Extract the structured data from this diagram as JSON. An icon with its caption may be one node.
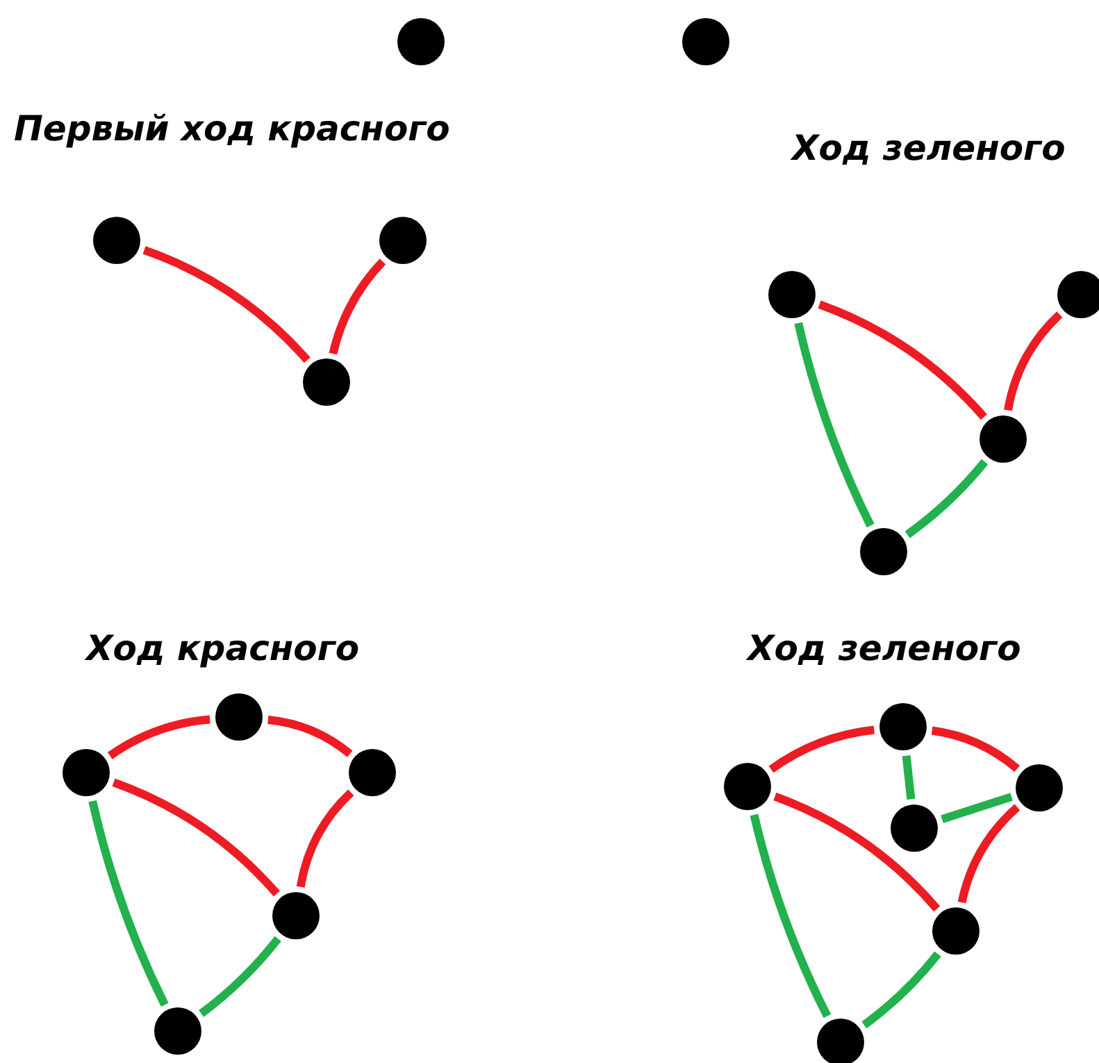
{
  "diagram": {
    "nodes": [
      {
        "text": [],
        "shape": "circle"
      },
      {
        "text": [],
        "shape": "circle"
      },
      {
        "text": [],
        "shape": "circle"
      },
      {
        "text": [],
        "shape": "circle"
      },
      {
        "text": [],
        "shape": "circle"
      },
      {
        "text": [],
        "shape": "circle"
      },
      {
        "text": [],
        "shape": "circle"
      },
      {
        "text": [],
        "shape": "circle"
      },
      {
        "text": [],
        "shape": "circle"
      },
      {
        "text": [],
        "shape": "circle"
      },
      {
        "text": [],
        "shape": "circle"
      },
      {
        "text": [],
        "shape": "circle"
      },
      {
        "text": [],
        "shape": "circle"
      },
      {
        "text": [],
        "shape": "circle"
      },
      {
        "text": [],
        "shape": "circle"
      },
      {
        "text": [],
        "shape": "circle"
      },
      {
        "text": [],
        "shape": "circle"
      },
      {
        "text": [],
        "shape": "circle"
      },
      {
        "text": [],
        "shape": "circle"
      },
      {
        "text": [],
        "shape": "circle"
      }
    ],
    "edges": [
      {
        "from": 2,
        "to": 4,
        "arrow": "none"
      },
      {
        "from": 4,
        "to": 3,
        "arrow": "none"
      },
      {
        "from": 5,
        "to": 7,
        "arrow": "none"
      },
      {
        "from": 7,
        "to": 6,
        "arrow": "none"
      },
      {
        "from": 5,
        "to": 8,
        "arrow": "none",
        "color": "#22b14c"
      },
      {
        "from": 8,
        "to": 7,
        "arrow": "none",
        "color": "#22b14c"
      },
      {
        "from": 9,
        "to": 10,
        "arrow": "none"
      },
      {
        "from": 10,
        "to": 11,
        "arrow": "none"
      },
      {
        "from": 9,
        "to": 12,
        "arrow": "none"
      },
      {
        "from": 12,
        "to": 11,
        "arrow": "none"
      },
      {
        "from": 9,
        "to": 13,
        "arrow": "none",
        "color": "#22b14c"
      },
      {
        "from": 13,
        "to": 12,
        "arrow": "none",
        "color": "#22b14c"
      },
      {
        "from": 14,
        "to": 15,
        "arrow": "none"
      },
      {
        "from": 15,
        "to": 16,
        "arrow": "none"
      },
      {
        "from": 14,
        "to": 18,
        "arrow": "none"
      },
      {
        "from": 18,
        "to": 16,
        "arrow": "none"
      },
      {
        "from": 14,
        "to": 19,
        "arrow": "none",
        "color": "#22b14c"
      },
      {
        "from": 19,
        "to": 18,
        "arrow": "none",
        "color": "#22b14c"
      },
      {
        "from": 15,
        "to": 17,
        "arrow": "none",
        "color": "#22b14c"
      },
      {
        "from": 17,
        "to": 16,
        "arrow": "none",
        "color": "#22b14c"
      }
    ],
    "labels": [
      "Первый ход красного",
      "Ход зеленого",
      "Ход красного",
      "Ход зеленого"
    ]
  }
}
